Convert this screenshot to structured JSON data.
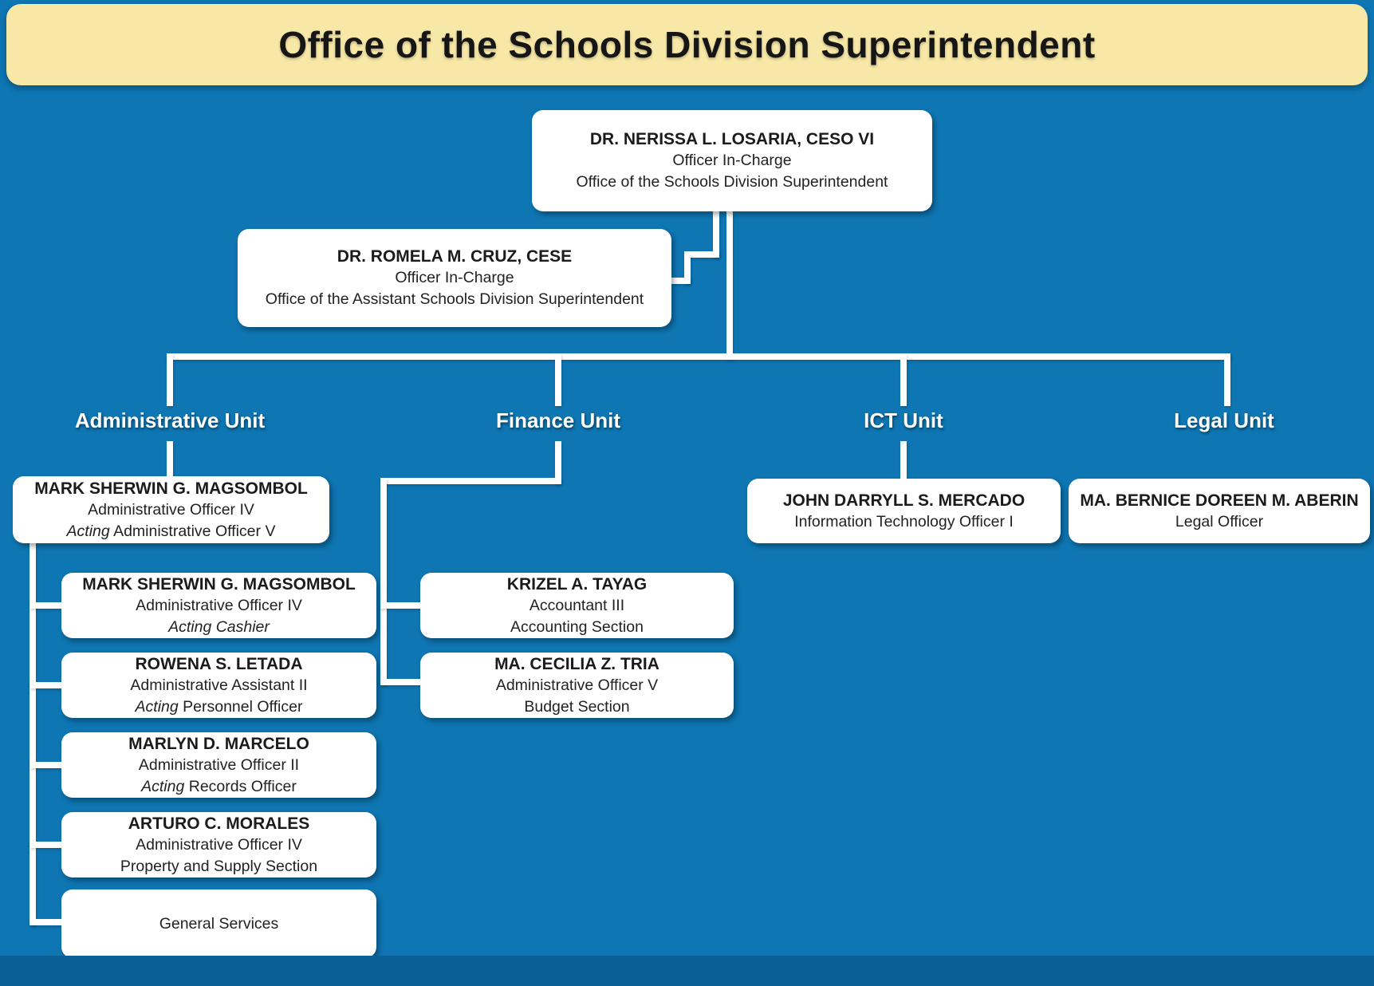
{
  "title": "Office of the Schools Division Superintendent",
  "colors": {
    "background": "#0E76B3",
    "header_bg": "#F8E8A7",
    "box_bg": "#FFFFFF",
    "connector": "#FFFFFF",
    "bottom_band": "#0A6096",
    "text_dark": "#1B1B1B",
    "unit_label_text": "#FFFFFF"
  },
  "boxes": {
    "superintendent": {
      "name": "DR. NERISSA L. LOSARIA, CESO VI",
      "line2": "Officer In-Charge",
      "line3": "Office of the Schools Division Superintendent"
    },
    "assistant": {
      "name": "DR. ROMELA M. CRUZ, CESE",
      "line2": "Officer In-Charge",
      "line3": "Office of the Assistant Schools Division Superintendent"
    },
    "admin_head": {
      "name": "MARK SHERWIN G. MAGSOMBOL",
      "line2": "Administrative Officer IV",
      "line3_italic": "Acting",
      "line3_rest": " Administrative Officer V"
    },
    "admin_sub1": {
      "name": "MARK SHERWIN G. MAGSOMBOL",
      "line2": "Administrative Officer IV",
      "line3_italic": "Acting Cashier",
      "line3_rest": ""
    },
    "admin_sub2": {
      "name": "ROWENA S. LETADA",
      "line2": "Administrative Assistant II",
      "line3_italic": "Acting",
      "line3_rest": " Personnel Officer"
    },
    "admin_sub3": {
      "name": "MARLYN D. MARCELO",
      "line2": "Administrative Officer II",
      "line3_italic": "Acting",
      "line3_rest": " Records Officer"
    },
    "admin_sub4": {
      "name": "ARTURO C. MORALES",
      "line2": "Administrative Officer IV",
      "line3_italic": "",
      "line3_rest": "Property and Supply  Section"
    },
    "general_services": {
      "label": "General Services"
    },
    "finance_sub1": {
      "name": "KRIZEL A. TAYAG",
      "line2": "Accountant III",
      "line3": "Accounting Section"
    },
    "finance_sub2": {
      "name": "MA. CECILIA Z. TRIA",
      "line2": "Administrative Officer V",
      "line3": "Budget Section"
    },
    "ict_head": {
      "name": "JOHN DARRYLL S. MERCADO",
      "line2": "Information Technology Officer I"
    },
    "legal_head": {
      "name": "MA. BERNICE DOREEN M. ABERIN",
      "line2": "Legal Officer"
    }
  },
  "units": {
    "admin": {
      "label": "Administrative Unit"
    },
    "finance": {
      "label": "Finance Unit"
    },
    "ict": {
      "label": "ICT Unit"
    },
    "legal": {
      "label": "Legal Unit"
    }
  }
}
